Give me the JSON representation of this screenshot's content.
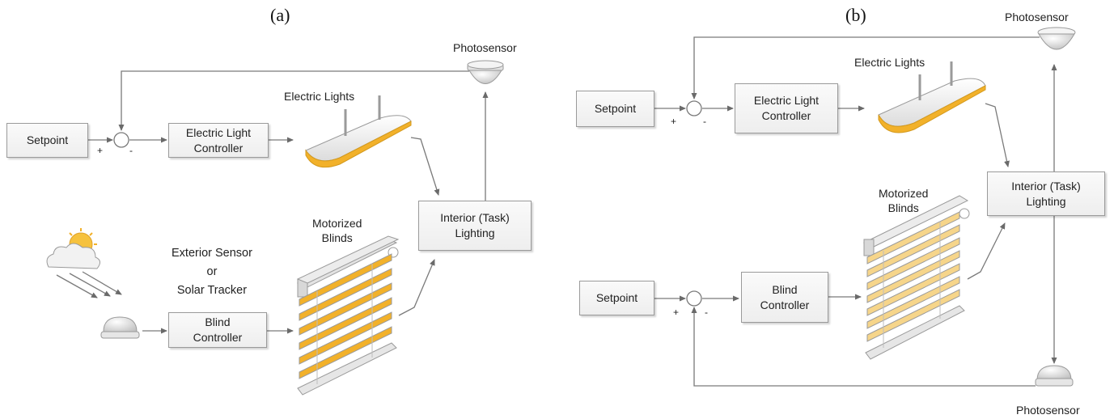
{
  "panels": [
    {
      "label": "(a)",
      "setpoint": "Setpoint",
      "electric_light_controller": "Electric Light\nController",
      "electric_lights": "Electric Lights",
      "photosensor": "Photosensor",
      "interior_lighting": "Interior (Task)\nLighting",
      "motorized_blinds": "Motorized\nBlinds",
      "exterior_sensor": "Exterior Sensor\nor\nSolar Tracker",
      "blind_controller": "Blind\nController",
      "plus": "+",
      "minus": "-"
    },
    {
      "label": "(b)",
      "setpoint_top": "Setpoint",
      "electric_light_controller": "Electric Light\nController",
      "electric_lights": "Electric Lights",
      "photosensor_top": "Photosensor",
      "interior_lighting": "Interior (Task)\nLighting",
      "motorized_blinds": "Motorized\nBlinds",
      "setpoint_bottom": "Setpoint",
      "blind_controller": "Blind\nController",
      "photosensor_bottom": "Photosensor",
      "plus": "+",
      "minus": "-"
    }
  ],
  "colors": {
    "accent": "#f2b12a",
    "line": "#7a7a7a",
    "box_border": "#9a9a9a"
  }
}
